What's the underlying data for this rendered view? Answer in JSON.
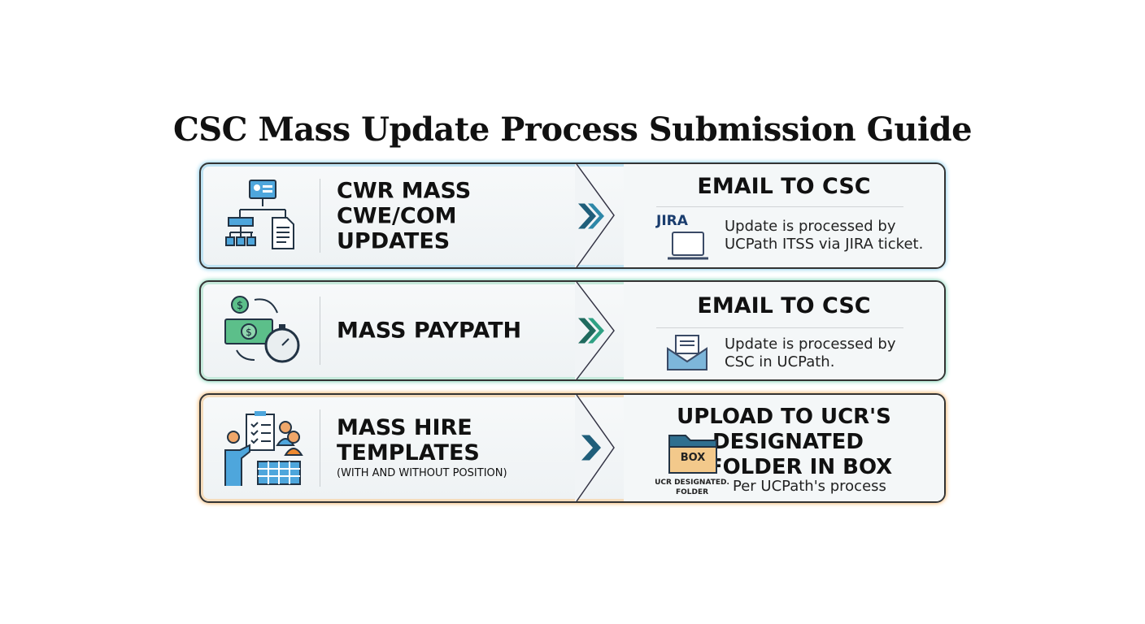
{
  "title": "CSC Mass Update Process Submission Guide",
  "rows": [
    {
      "label_lines": [
        "CWR MASS",
        "CWE/COM",
        "UPDATES"
      ],
      "action": "EMAIL TO CSC",
      "badge": "JIRA",
      "desc_lines": [
        "Update is processed by",
        "UCPath ITSS via JIRA ticket."
      ],
      "accent": "#4ab3e0"
    },
    {
      "label_lines": [
        "MASS PAYPATH"
      ],
      "action": "EMAIL TO CSC",
      "desc_lines": [
        "Update is processed by",
        "CSC in UCPath."
      ],
      "accent": "#3dbb8a"
    },
    {
      "label_lines": [
        "MASS HIRE",
        "TEMPLATES"
      ],
      "label_sub": "(WITH AND WITHOUT POSITION)",
      "action_lines": [
        "UPLOAD TO UCR'S",
        "DESIGNATED",
        "FOLDER IN BOX"
      ],
      "folder_label": "BOX",
      "folder_caption_lines": [
        "UCR DESIGNATED.",
        "FOLDER"
      ],
      "desc_lines": [
        "Per UCPath's process"
      ],
      "accent": "#ee9a34"
    }
  ]
}
